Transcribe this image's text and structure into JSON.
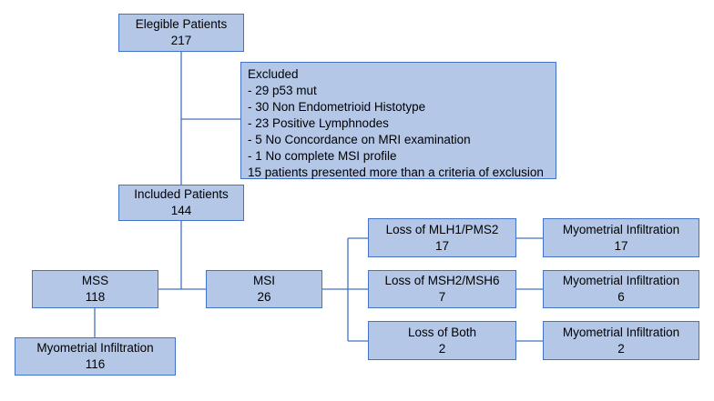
{
  "nodes": {
    "eligible": {
      "label": "Elegible Patients",
      "count": "217"
    },
    "excluded": {
      "title": "Excluded",
      "items": [
        "- 29 p53 mut",
        "- 30 Non Endometrioid Histotype",
        "- 23 Positive Lymphnodes",
        "- 5 No Concordance on MRI examination",
        "- 1 No complete MSI profile"
      ],
      "note": "15 patients presented more than a criteria of exclusion"
    },
    "included": {
      "label": "Included Patients",
      "count": "144"
    },
    "mss": {
      "label": "MSS",
      "count": "118"
    },
    "mss_infiltration": {
      "label": "Myometrial Infiltration",
      "count": "116"
    },
    "msi": {
      "label": "MSI",
      "count": "26"
    },
    "mlh1": {
      "label": "Loss of MLH1/PMS2",
      "count": "17"
    },
    "mlh1_infiltration": {
      "label": "Myometrial Infiltration",
      "count": "17"
    },
    "msh2": {
      "label": "Loss of MSH2/MSH6",
      "count": "7"
    },
    "msh2_infiltration": {
      "label": "Myometrial Infiltration",
      "count": "6"
    },
    "both": {
      "label": "Loss of Both",
      "count": "2"
    },
    "both_infiltration": {
      "label": "Myometrial Infiltration",
      "count": "2"
    }
  },
  "colors": {
    "box_fill": "#b4c7e7",
    "box_border": "#4472c4",
    "connector": "#4472c4"
  }
}
